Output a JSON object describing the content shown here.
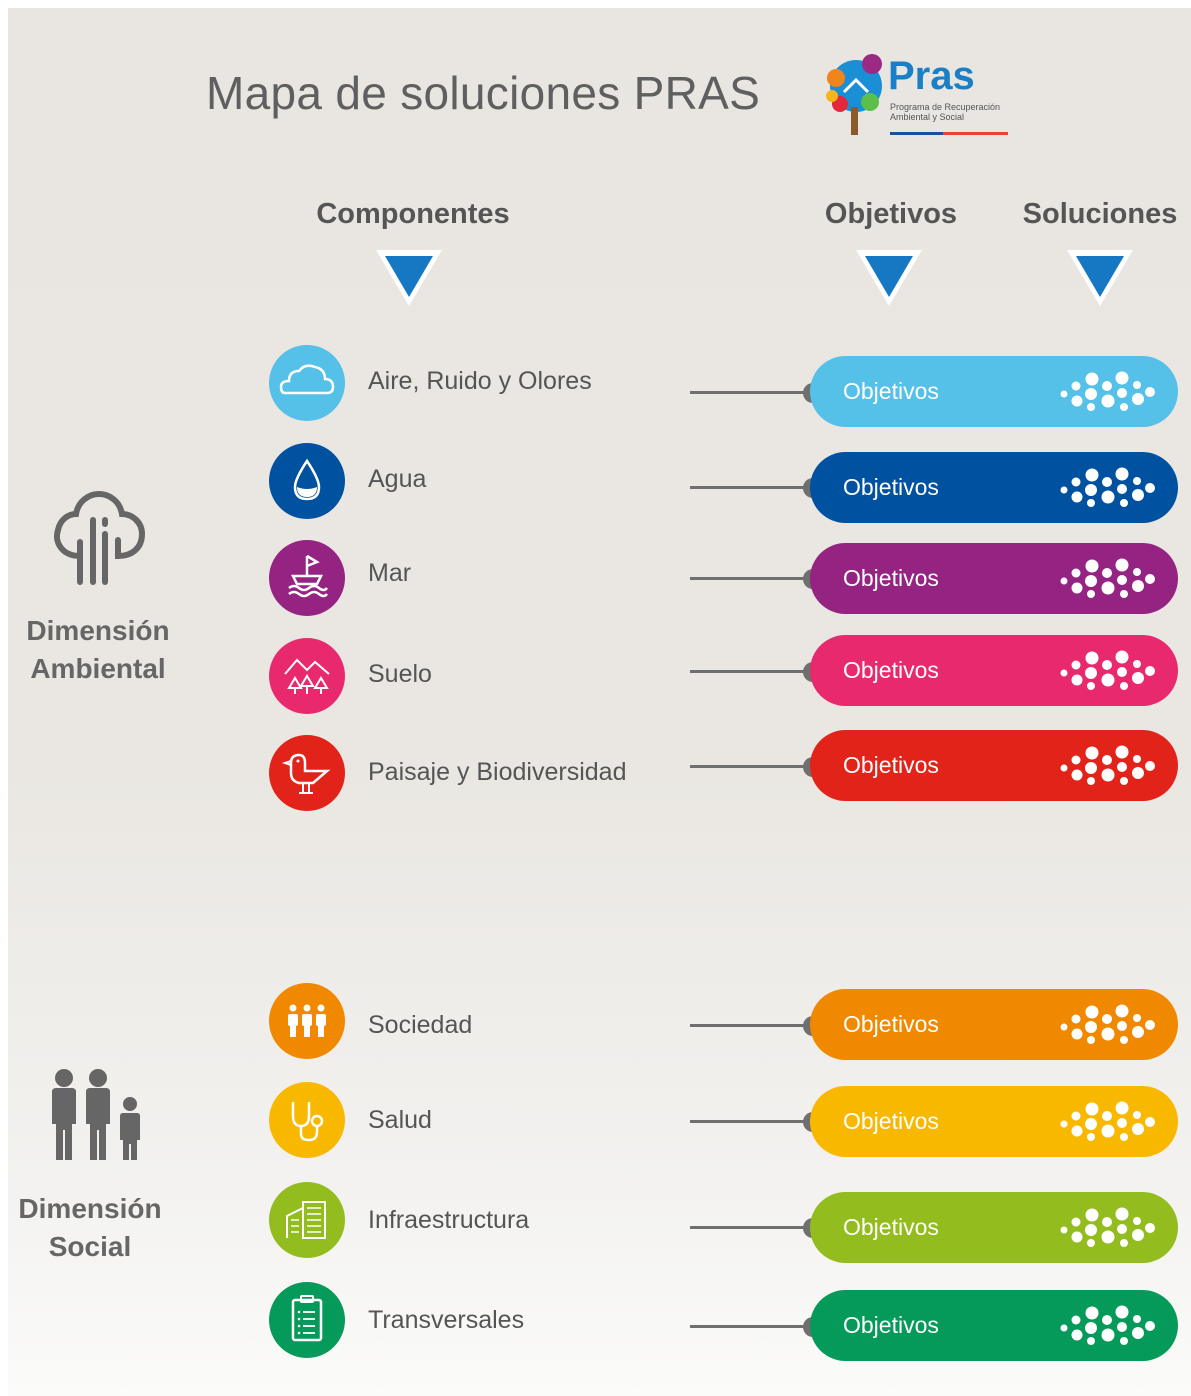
{
  "title": "Mapa de soluciones PRAS",
  "logo": {
    "word": "Pras",
    "subtitle_line1": "Programa de Recuperación",
    "subtitle_line2": "Ambiental y Social"
  },
  "columns": {
    "componentes": "Componentes",
    "objetivos": "Objetivos",
    "soluciones": "Soluciones"
  },
  "dimensions": {
    "ambiental": {
      "line1": "Dimensión",
      "line2": "Ambiental",
      "icon": "tree-icon"
    },
    "social": {
      "line1": "Dimensión",
      "line2": "Social",
      "icon": "people-icon"
    }
  },
  "components": [
    {
      "label": "Aire, Ruido y Olores",
      "pill": "Objetivos",
      "color": "#55c0e8",
      "icon": "cloud-icon"
    },
    {
      "label": "Agua",
      "pill": "Objetivos",
      "color": "#0052a0",
      "icon": "water-drop-icon"
    },
    {
      "label": "Mar",
      "pill": "Objetivos",
      "color": "#952382",
      "icon": "boat-waves-icon"
    },
    {
      "label": "Suelo",
      "pill": "Objetivos",
      "color": "#e8296e",
      "icon": "mountains-trees-icon"
    },
    {
      "label": "Paisaje y Biodiversidad",
      "pill": "Objetivos",
      "color": "#e2231a",
      "icon": "bird-icon"
    },
    {
      "label": "Sociedad",
      "pill": "Objetivos",
      "color": "#f08800",
      "icon": "group-icon"
    },
    {
      "label": "Salud",
      "pill": "Objetivos",
      "color": "#f9b800",
      "icon": "stethoscope-icon"
    },
    {
      "label": "Infraestructura",
      "pill": "Objetivos",
      "color": "#93bd1e",
      "icon": "buildings-icon"
    },
    {
      "label": "Transversales",
      "pill": "Objetivos",
      "color": "#069a5a",
      "icon": "clipboard-icon"
    }
  ],
  "arrow_color": "#1677c2"
}
